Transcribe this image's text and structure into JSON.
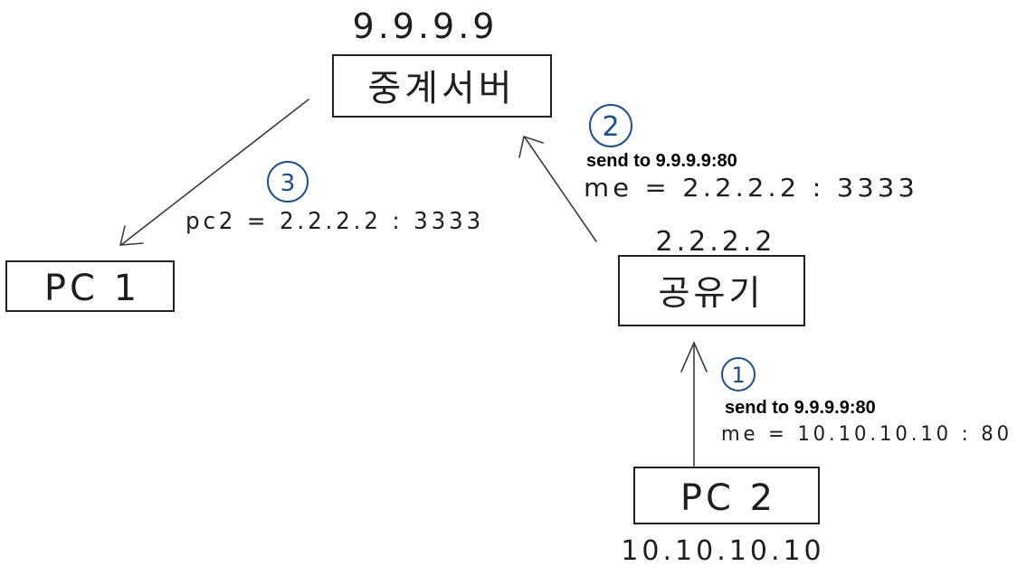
{
  "nodes": {
    "relay_server": {
      "label": "중계서버",
      "ip": "9.9.9.9"
    },
    "router": {
      "label": "공유기",
      "ip": "2.2.2.2"
    },
    "pc1": {
      "label": "PC 1"
    },
    "pc2": {
      "label": "PC 2",
      "ip": "10.10.10.10"
    }
  },
  "steps": [
    {
      "number": "1",
      "line1": "send to 9.9.9.9:80",
      "line2": "me = 10.10.10.10 : 80"
    },
    {
      "number": "2",
      "line1": "send to 9.9.9.9:80",
      "line2": "me = 2.2.2.2 : 3333"
    },
    {
      "number": "3",
      "line1": "pc2 = 2.2.2.2 : 3333"
    }
  ]
}
